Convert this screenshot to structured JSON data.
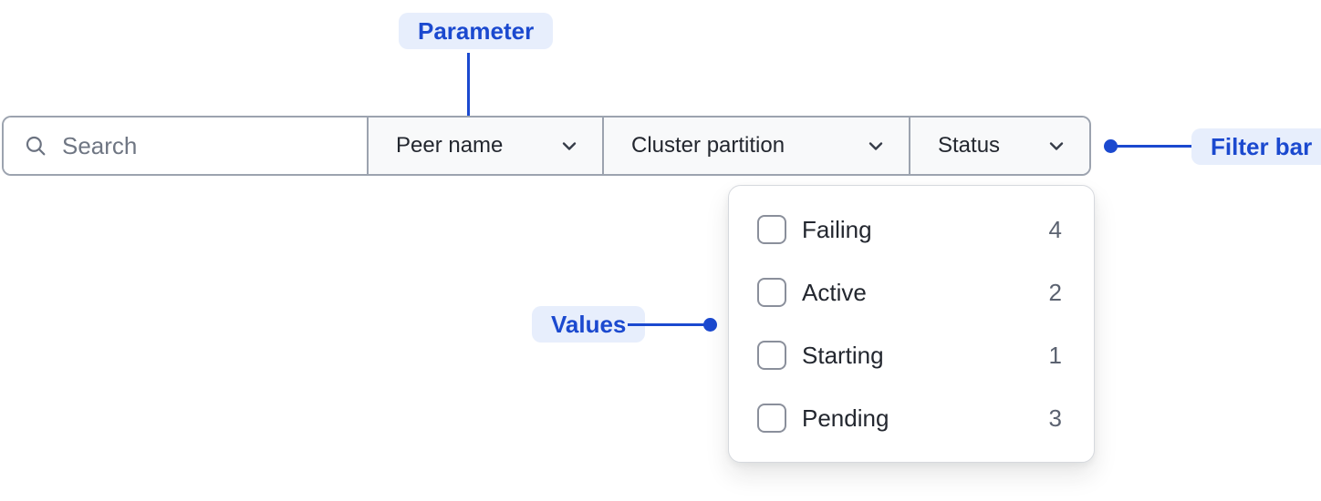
{
  "annotations": {
    "parameter": {
      "label": "Parameter"
    },
    "filter_bar": {
      "label": "Filter bar"
    },
    "values": {
      "label": "Values"
    }
  },
  "filter_bar": {
    "search": {
      "placeholder": "Search",
      "icon": "search-icon",
      "value": ""
    },
    "dropdowns": [
      {
        "label": "Peer name",
        "icon": "chevron-down-icon"
      },
      {
        "label": "Cluster partition",
        "icon": "chevron-down-icon"
      },
      {
        "label": "Status",
        "icon": "chevron-down-icon",
        "expanded": true
      }
    ]
  },
  "status_dropdown": {
    "options": [
      {
        "label": "Failing",
        "count": "4",
        "checked": false
      },
      {
        "label": "Active",
        "count": "2",
        "checked": false
      },
      {
        "label": "Starting",
        "count": "1",
        "checked": false
      },
      {
        "label": "Pending",
        "count": "3",
        "checked": false
      }
    ]
  },
  "colors": {
    "annotation_blue": "#1B49CF",
    "annotation_badge_bg": "#E7EEFC",
    "bar_border": "#9CA3AF",
    "dropdown_section_bg": "#F8F9FA",
    "panel_border": "#D6D9DE",
    "label_text": "#23272F",
    "placeholder_text": "#6F7683",
    "count_text": "#5B6270"
  }
}
